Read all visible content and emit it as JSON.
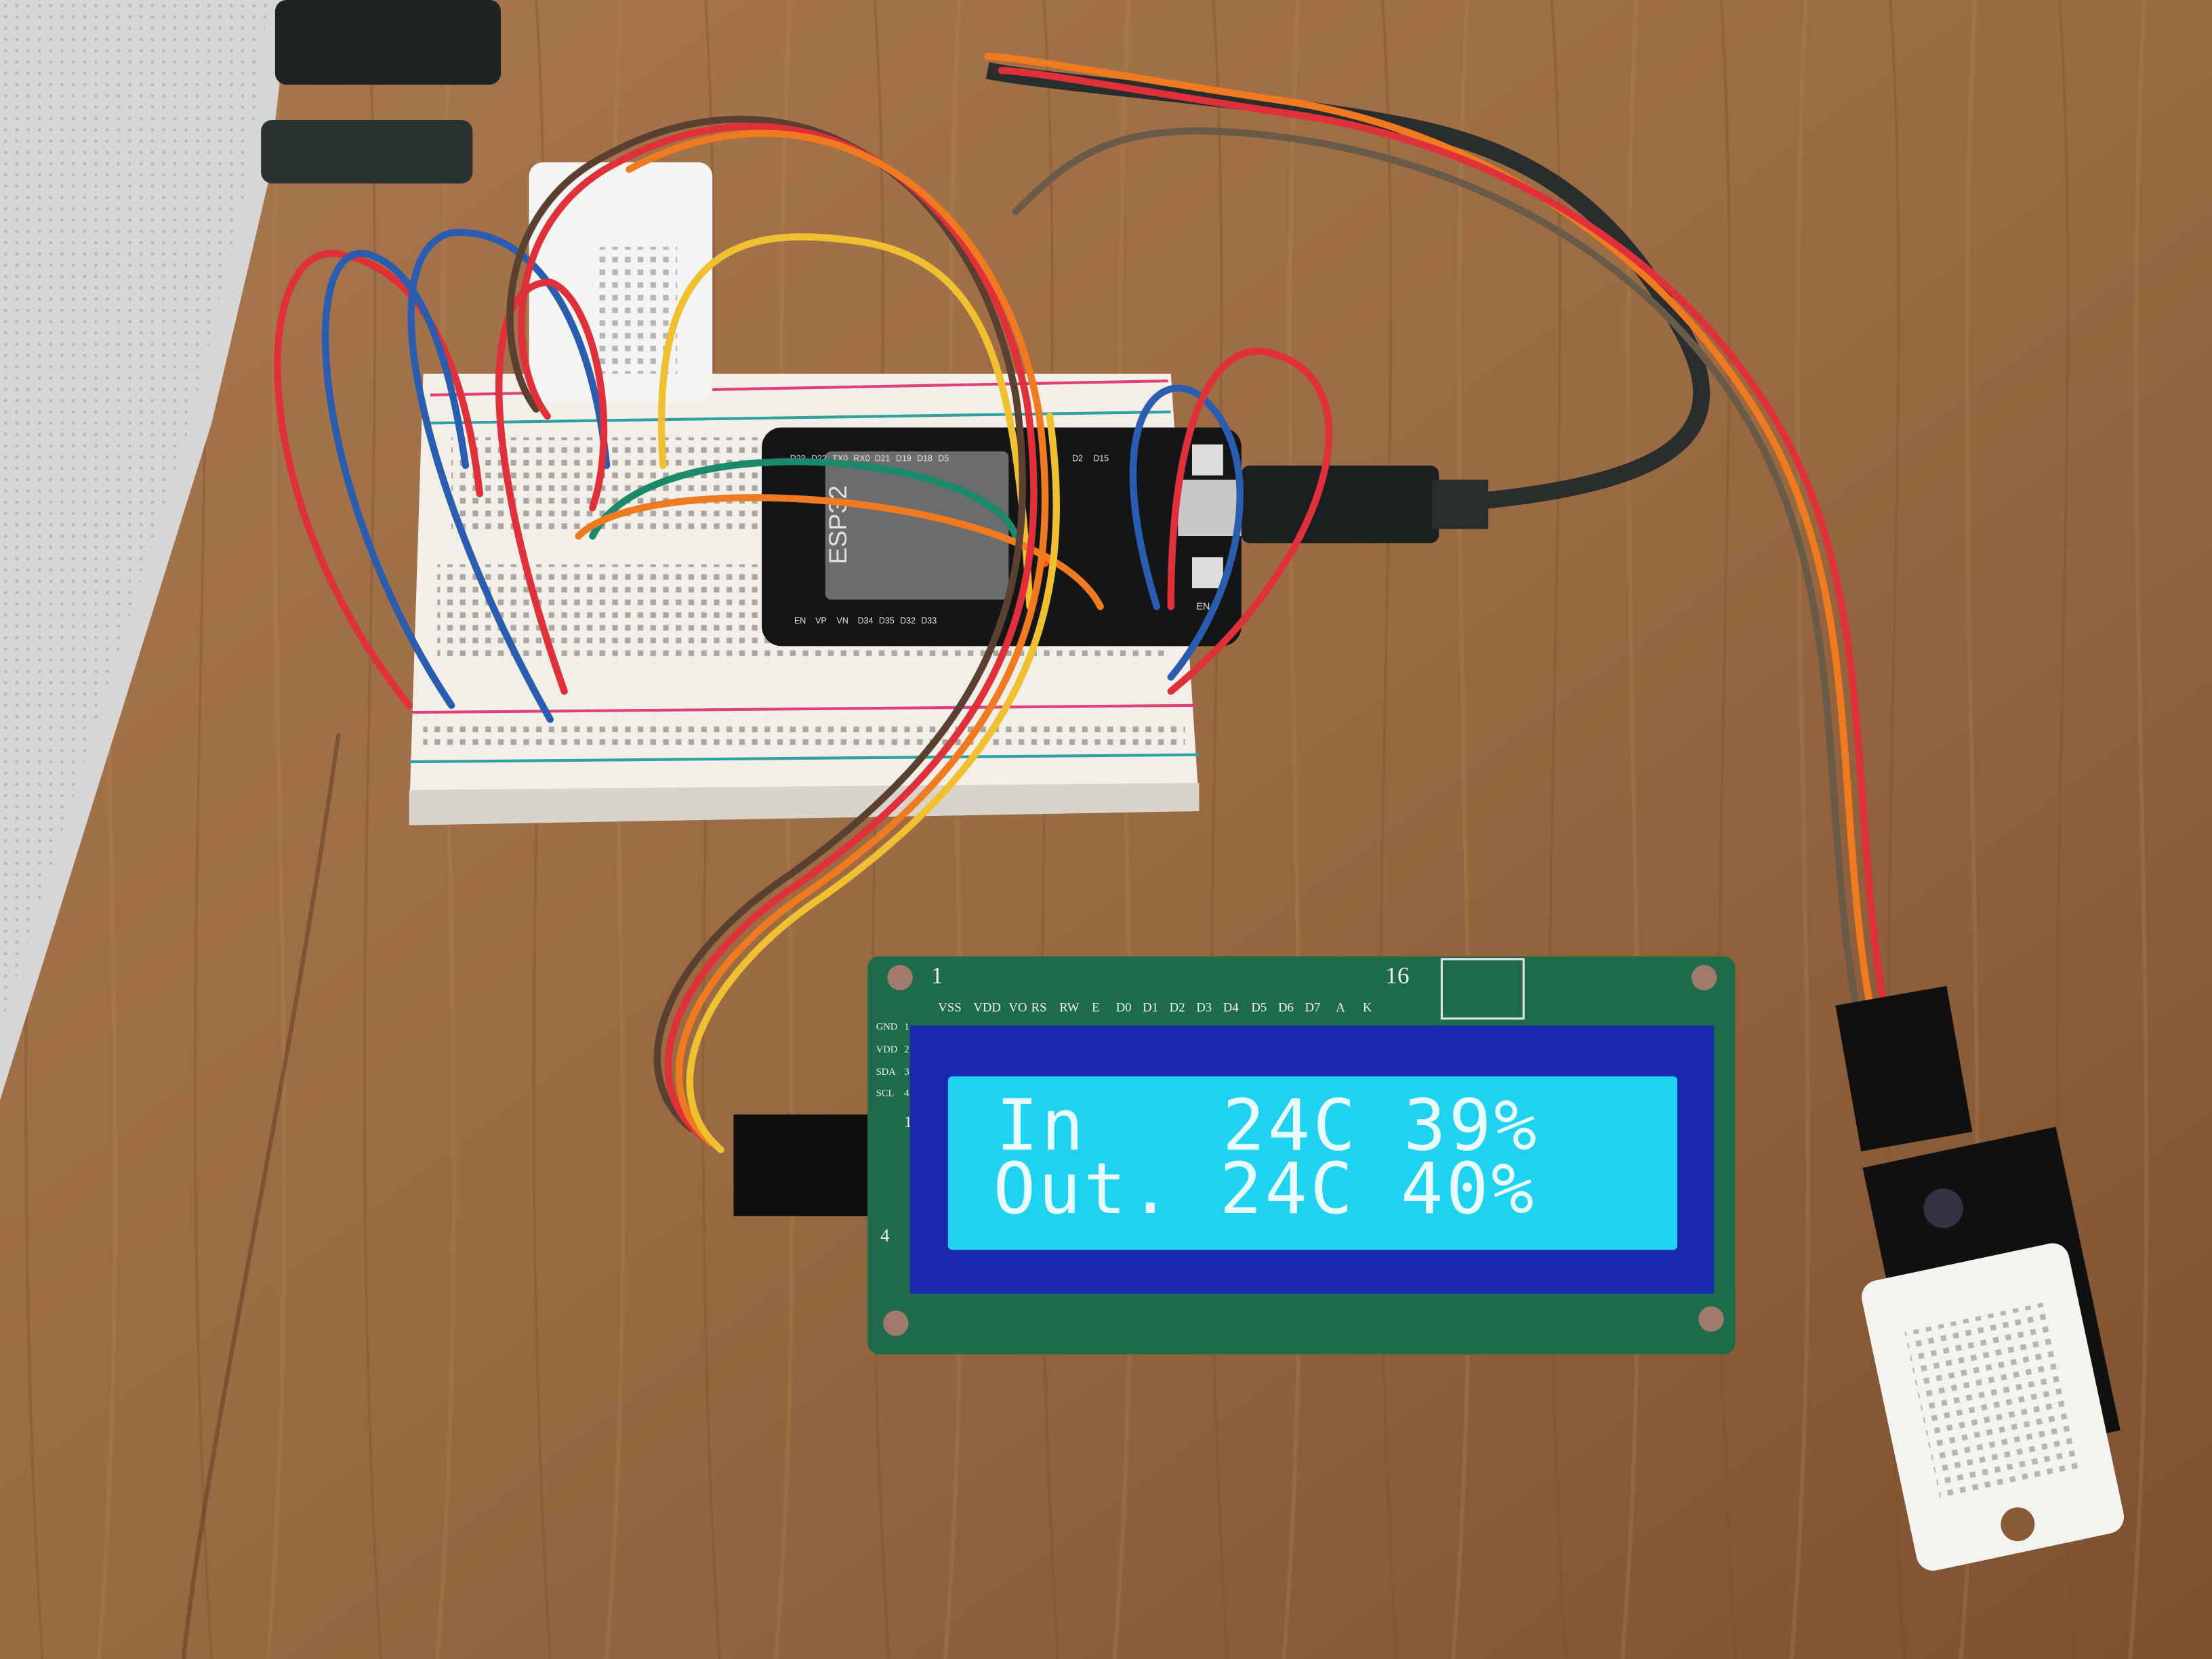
{
  "lcd": {
    "line1": "In   24C 39%",
    "line2": "Out. 24C 40%",
    "backlight_color": "#1fd3f0",
    "bezel_color": "#1a2ab0",
    "pin_first": "1",
    "pin_last": "16",
    "pin_labels": [
      "VSS",
      "VDD",
      "VO",
      "RS",
      "RW",
      "E",
      "D0",
      "D1",
      "D2",
      "D3",
      "D4",
      "D5",
      "D6",
      "D7",
      "A",
      "K"
    ],
    "i2c_labels": [
      "GND",
      "VDD",
      "SDA",
      "SCL"
    ],
    "i2c_numbers": [
      "1",
      "2",
      "3",
      "4"
    ],
    "i2c_header_first": "1",
    "i2c_header_last": "4"
  },
  "esp32": {
    "module_label": "ESP32",
    "top_pins": [
      "D23",
      "D22",
      "TX0",
      "RX0",
      "D21",
      "D19",
      "D18",
      "D5",
      "D2",
      "D15"
    ],
    "bottom_pins": [
      "EN",
      "VP",
      "VN",
      "D34",
      "D35",
      "D32",
      "D33"
    ],
    "button_label": "EN"
  },
  "colors": {
    "wood": "#9a6a42",
    "pcb_green": "#1d6b4a",
    "wire_red": "#e0303a",
    "wire_blue": "#2a5db0",
    "wire_orange": "#f07a20",
    "wire_yellow": "#f0c030",
    "wire_brown": "#5a4030",
    "wire_green": "#1a8a6a"
  }
}
